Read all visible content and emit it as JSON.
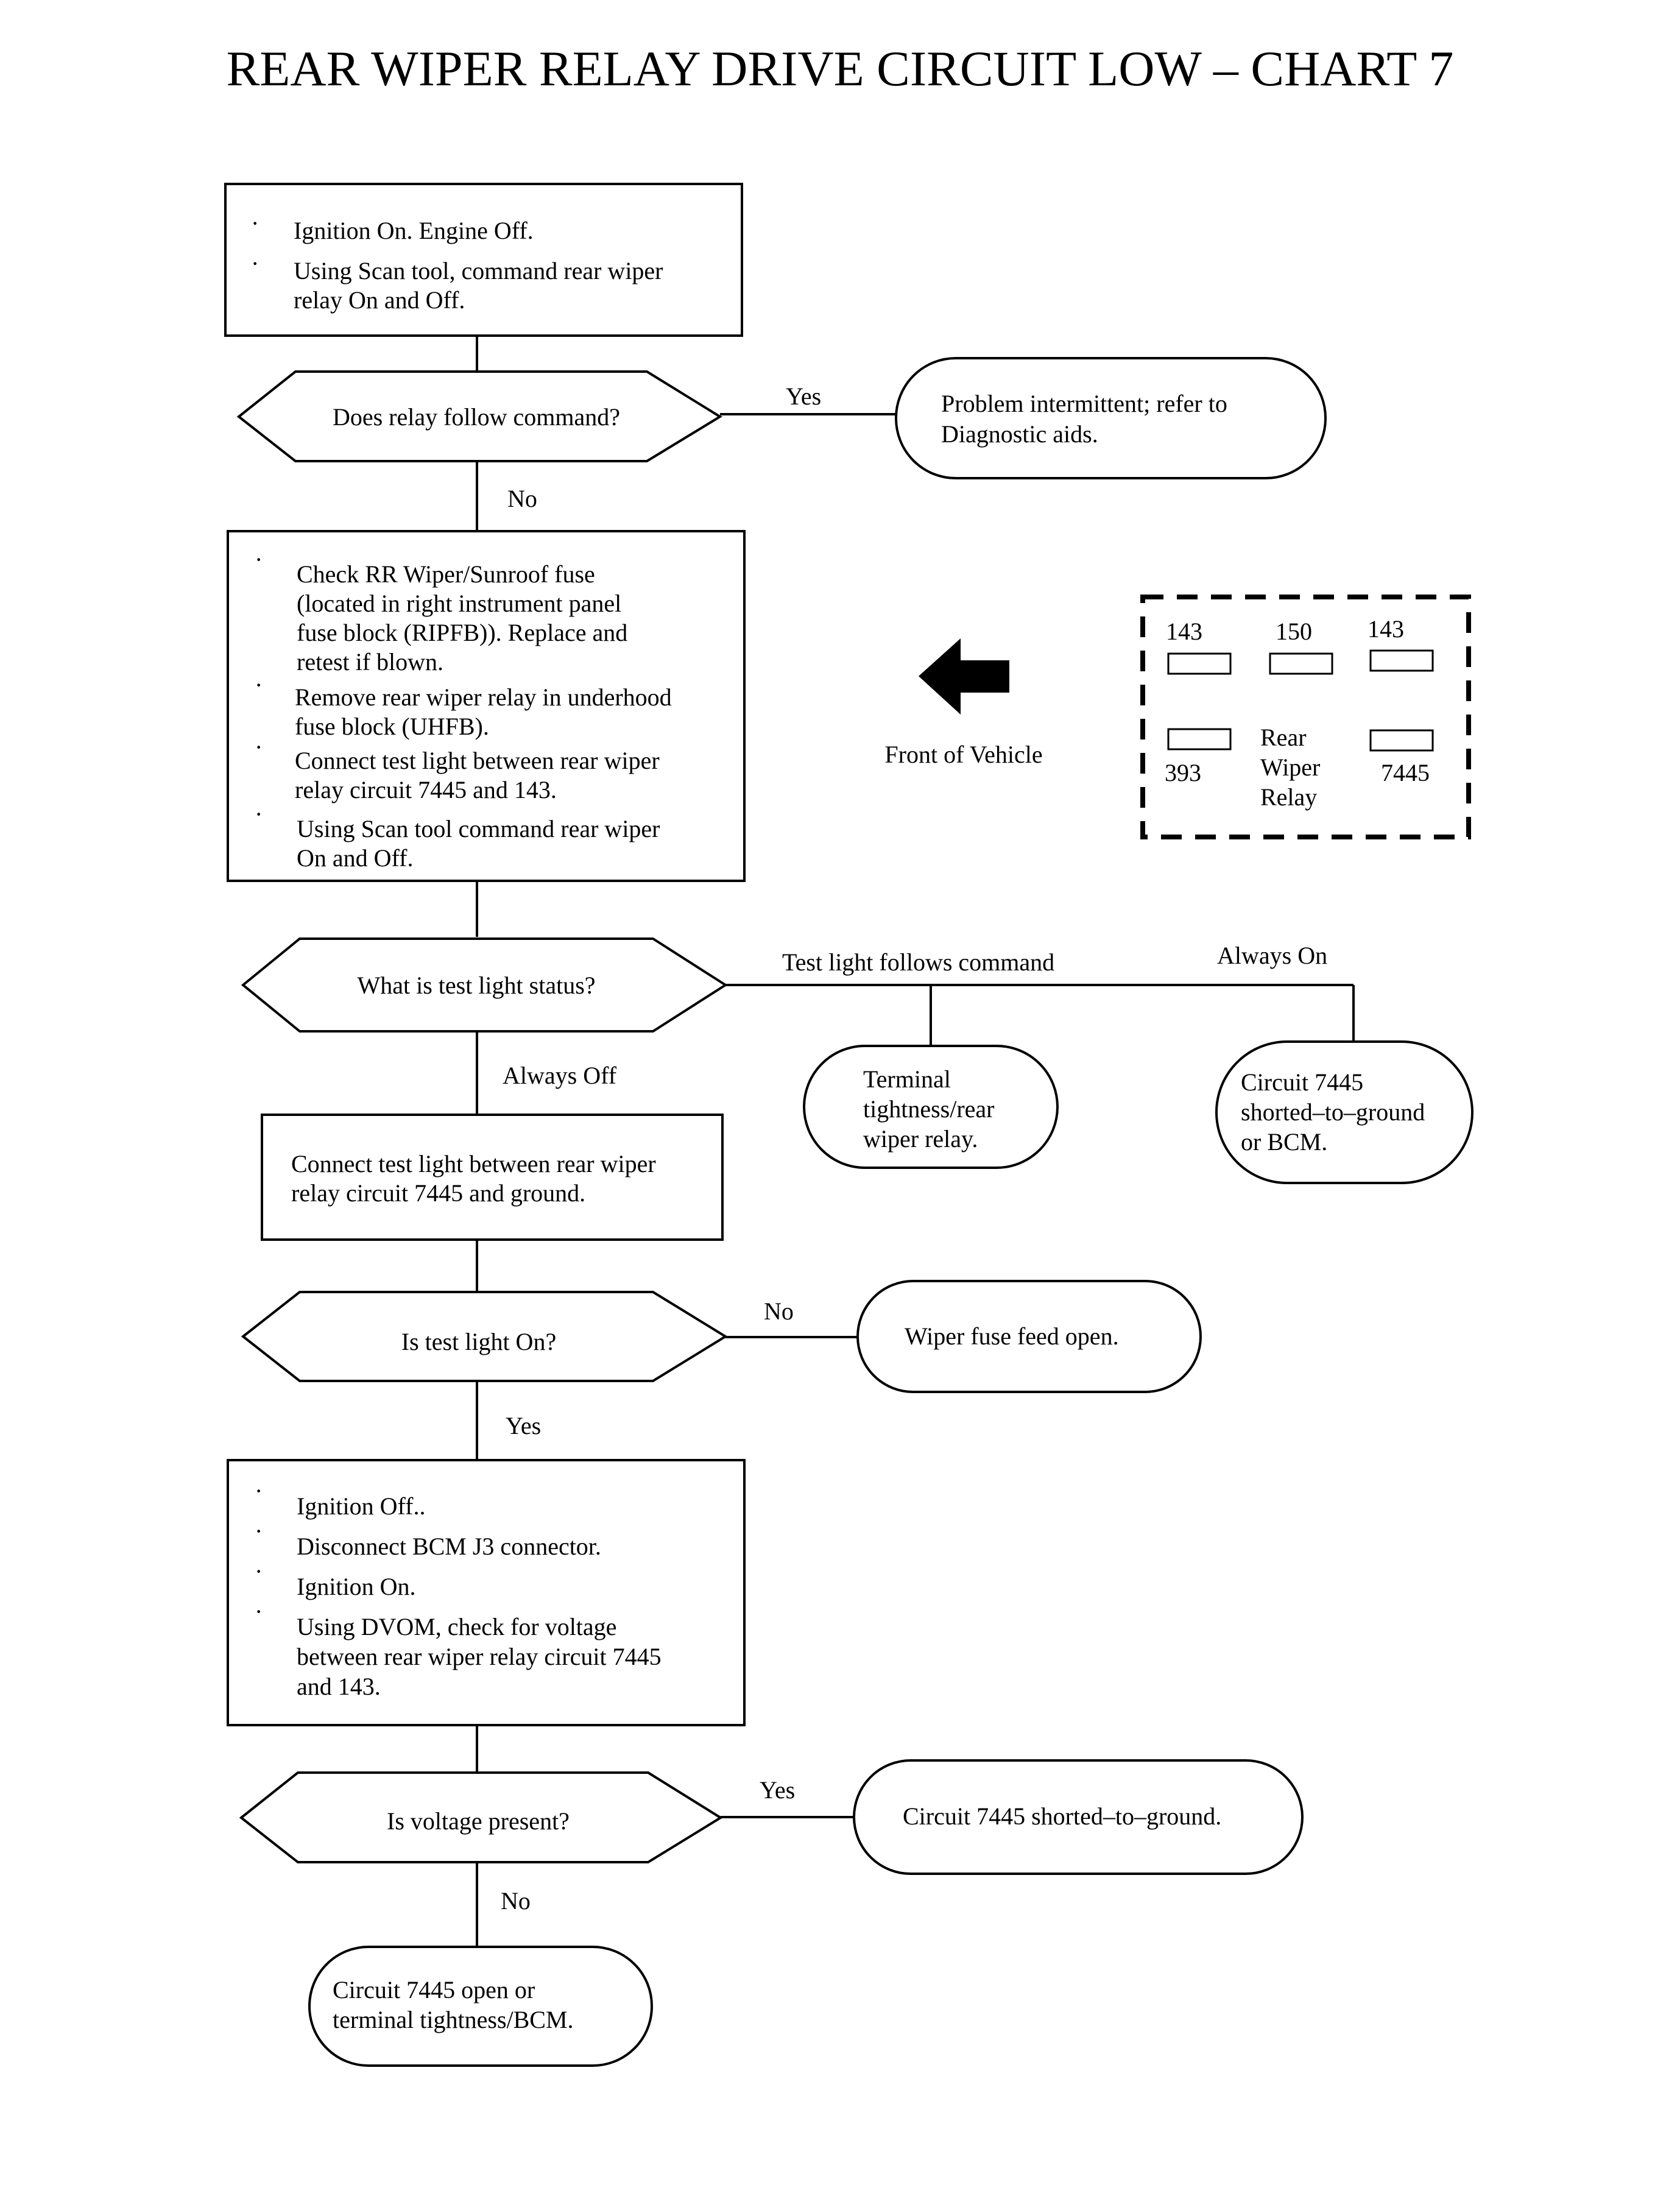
{
  "title": "REAR WIPER RELAY DRIVE CIRCUIT LOW – CHART 7",
  "bullet": "·",
  "step1": {
    "bullet1": "Ignition On. Engine Off.",
    "bullet2_line1": "Using Scan tool, command rear wiper",
    "bullet2_line2": "relay On and Off."
  },
  "decision1": {
    "question": "Does relay follow command?",
    "yes_label": "Yes",
    "no_label": "No",
    "yes_result_line1": "Problem intermittent; refer to",
    "yes_result_line2": "Diagnostic aids."
  },
  "step2": {
    "b1_line1": "Check RR Wiper/Sunroof fuse",
    "b1_line2": "(located in right instrument panel",
    "b1_line3": "fuse block (RIPFB)). Replace and",
    "b1_line4": "retest if blown.",
    "b2_line1": "Remove rear wiper relay in underhood",
    "b2_line2": "fuse block (UHFB).",
    "b3_line1": "Connect test light between rear wiper",
    "b3_line2": "relay circuit 7445 and 143.",
    "b4_line1": "Using Scan tool command rear wiper",
    "b4_line2": "On and Off."
  },
  "relay_diagram": {
    "front_of_vehicle": "Front of Vehicle",
    "arrow_icon": "left-arrow-icon",
    "pin_top_left": "143",
    "pin_top_middle": "150",
    "pin_top_right": "143",
    "pin_bottom_left": "393",
    "pin_bottom_right": "7445",
    "relay_label_line1": "Rear",
    "relay_label_line2": "Wiper",
    "relay_label_line3": "Relay"
  },
  "decision2": {
    "question": "What is test light status?",
    "follows_label": "Test light follows command",
    "always_on_label": "Always On",
    "always_off_label": "Always Off",
    "follows_result_line1": "Terminal",
    "follows_result_line2": "tightness/rear",
    "follows_result_line3": "wiper relay.",
    "always_on_result_line1": "Circuit 7445",
    "always_on_result_line2": "shorted–to–ground",
    "always_on_result_line3": "or BCM."
  },
  "step3": {
    "line1": "Connect test light between rear wiper",
    "line2": "relay circuit 7445 and ground."
  },
  "decision3": {
    "question": "Is test light On?",
    "no_label": "No",
    "yes_label": "Yes",
    "no_result": "Wiper fuse feed open."
  },
  "step4": {
    "b1": "Ignition Off..",
    "b2": "Disconnect BCM J3 connector.",
    "b3": "Ignition On.",
    "b4_line1": "Using DVOM, check for voltage",
    "b4_line2": "between rear wiper relay circuit 7445",
    "b4_line3": "and 143."
  },
  "decision4": {
    "question": "Is voltage present?",
    "yes_label": "Yes",
    "no_label": "No",
    "yes_result": "Circuit 7445 shorted–to–ground.",
    "no_result_line1": "Circuit 7445 open or",
    "no_result_line2": "terminal tightness/BCM."
  }
}
